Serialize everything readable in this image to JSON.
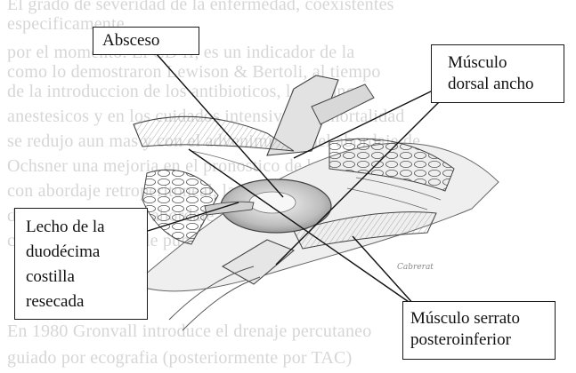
{
  "background_text": [
    "El grado de severidad de la enfermedad, coexistentes",
    "especificamente.",
    "por el momento. El CD II, es un indicador de la",
    "como lo demostraron Lewison & Bertoli, al tiempo",
    "de la introduccion de los antibioticos, los avances",
    "anestesicos y en los cuidados intensivos, la mortalidad",
    "se redujo aun mas y con el advenimiento del abordaje de",
    "Ochsner una mejoria en el pronostico de los pacientes",
    "con abordaje retroperitoneal, la posibilidad de evitar la",
    "de drenar mediante abordaje posterior, pues el evita su",
    "complementacion de puncion, drenaje.",
    "",
    "En 1980 Gronvall introduce el drenaje percutaneo",
    "guiado por ecografia (posteriormente por TAC)"
  ],
  "labels": {
    "absceso": "Absceso",
    "dorsal": [
      "Músculo",
      "dorsal ancho"
    ],
    "lecho": [
      "Lecho de la",
      "duodécima",
      "costilla",
      "resecada"
    ],
    "serrato": [
      "Músculo serrato",
      "posteroinferior"
    ]
  },
  "signature": "Cabrerat"
}
